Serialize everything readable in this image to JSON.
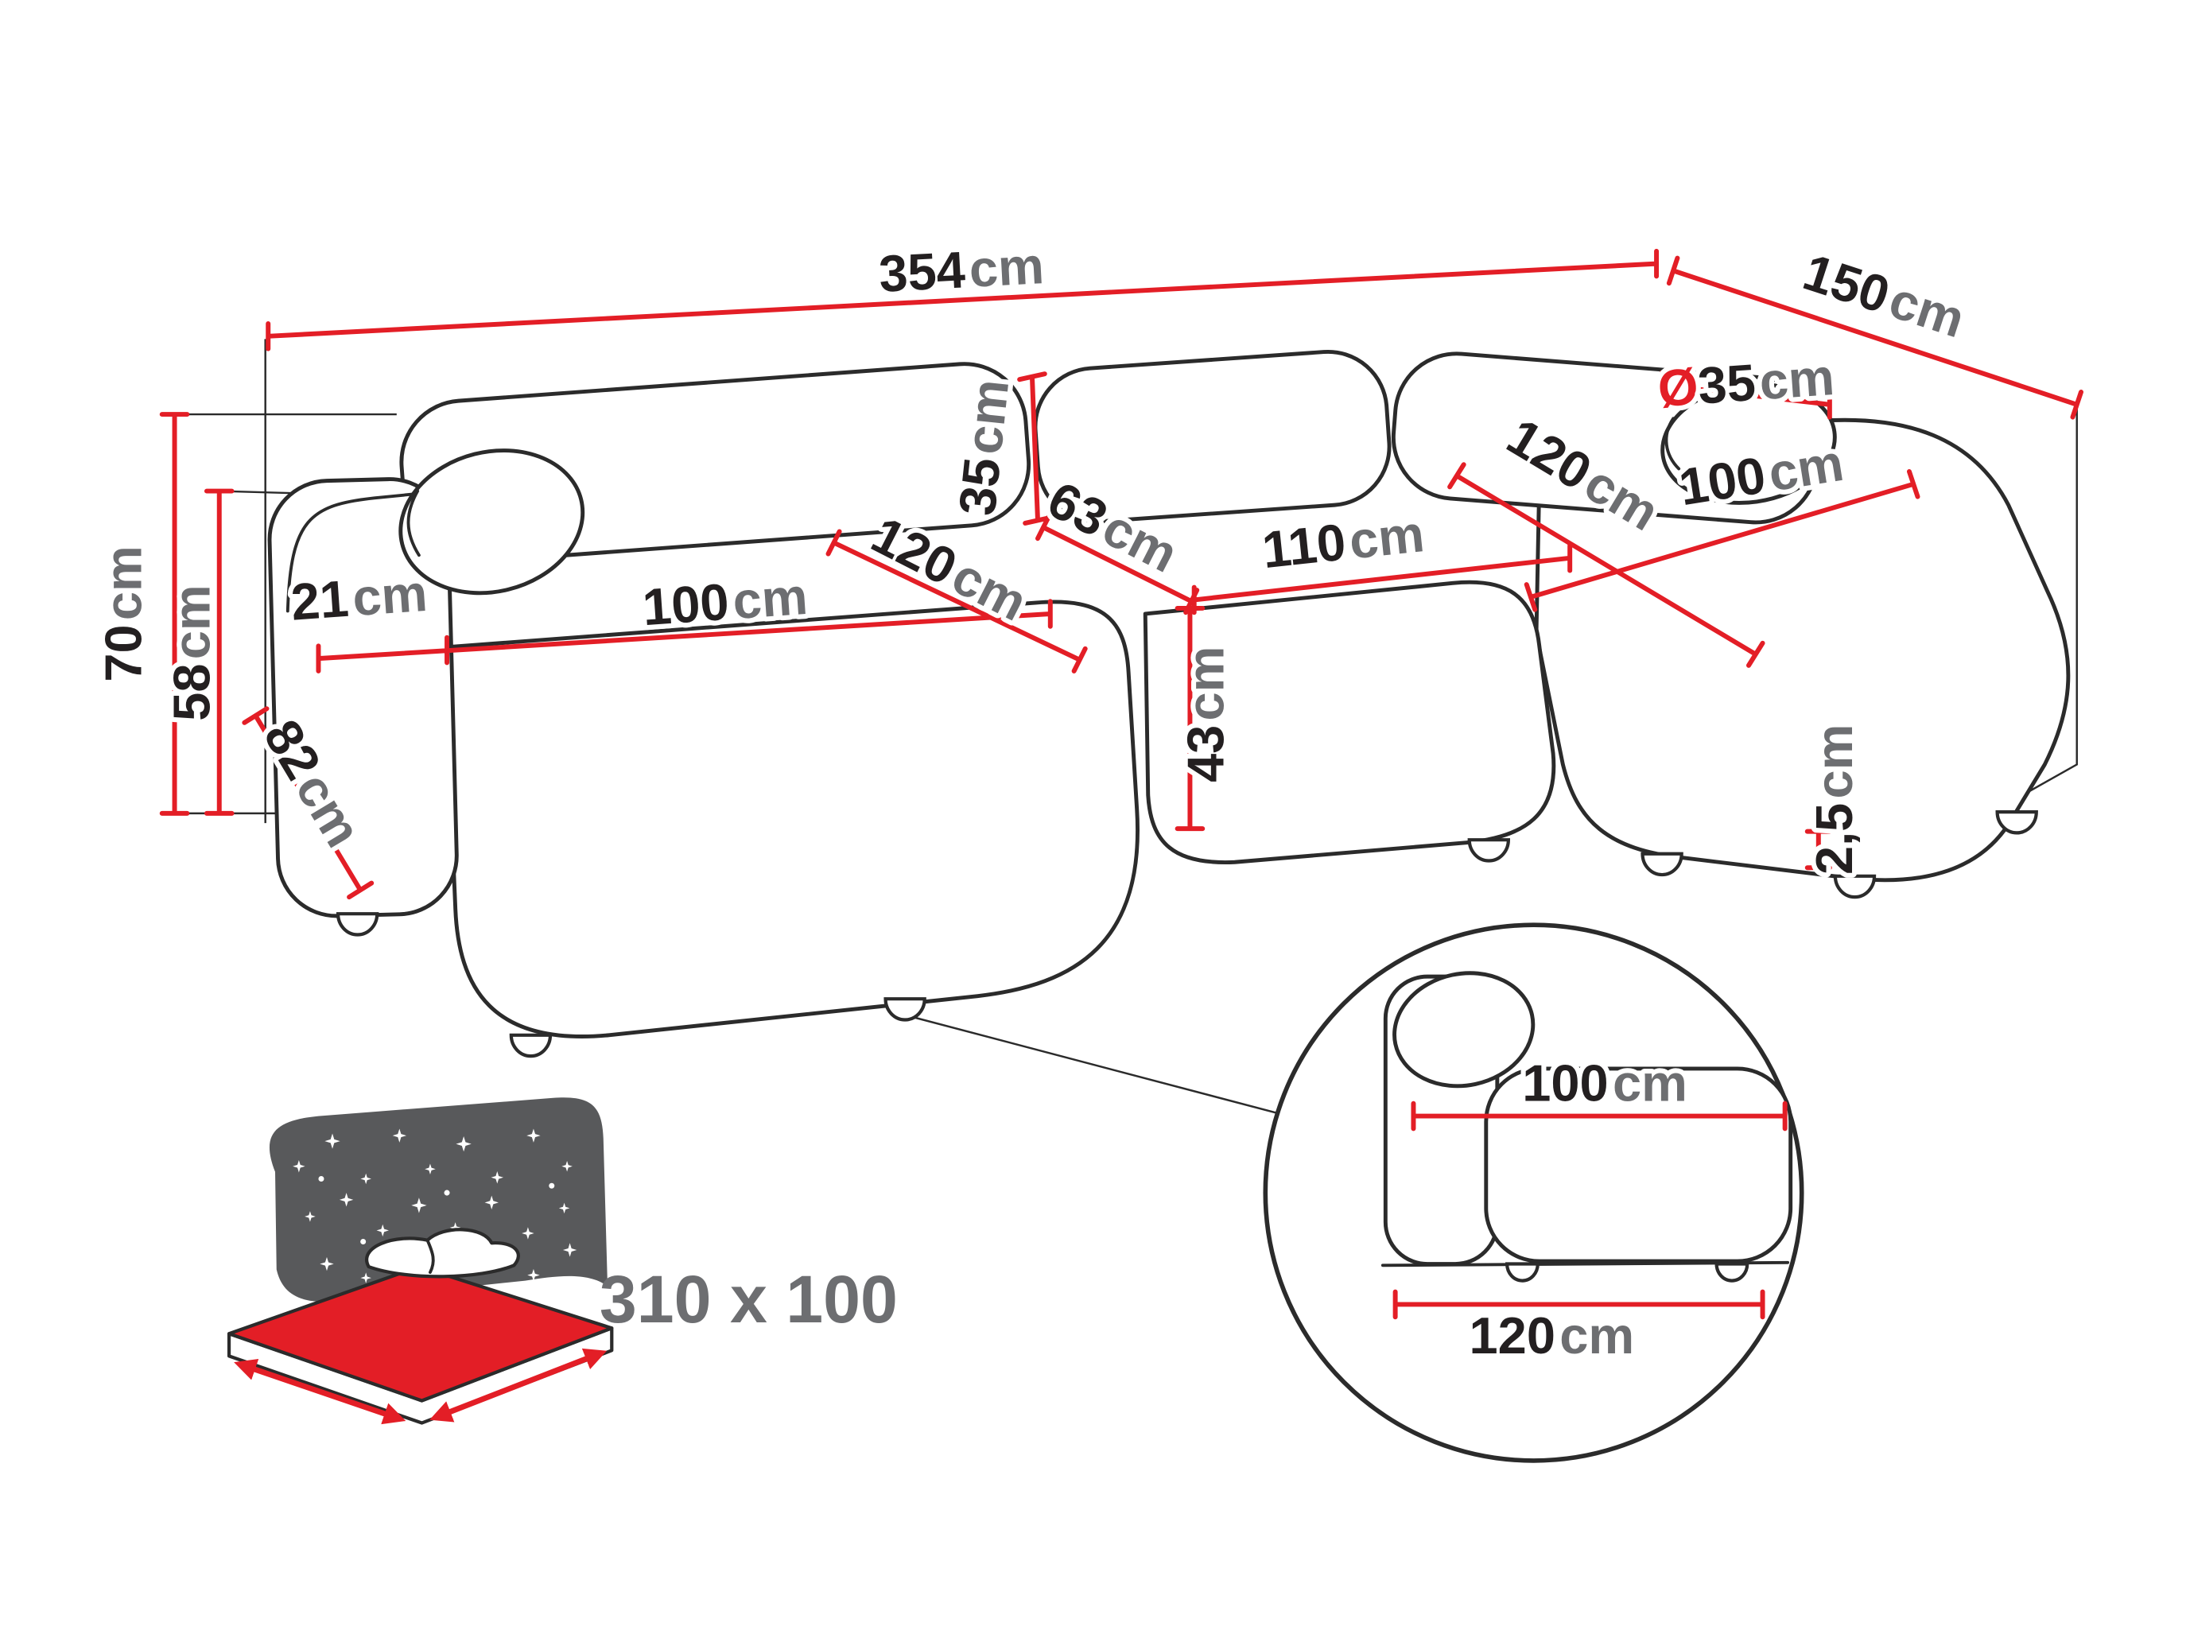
{
  "colors": {
    "dimension_red": "#e31e26",
    "outline_dark": "#2b2b2b",
    "number_black": "#231f20",
    "unit_gray": "#6d6e71",
    "icon_gray": "#58595b"
  },
  "dims": {
    "total_width": {
      "value": "354",
      "unit": "cm"
    },
    "total_depth": {
      "value": "150",
      "unit": "cm"
    },
    "overall_height": {
      "value": "70",
      "unit": "cm"
    },
    "backrest_height": {
      "value": "58",
      "unit": "cm"
    },
    "armrest_width": {
      "value": "21",
      "unit": "cm"
    },
    "seat_width_left": {
      "value": "100",
      "unit": "cm"
    },
    "armrest_depth": {
      "value": "82",
      "unit": "cm"
    },
    "seat_depth": {
      "value": "120",
      "unit": "cm"
    },
    "back_cushion_height": {
      "value": "35",
      "unit": "cm"
    },
    "backrest_top_depth": {
      "value": "63",
      "unit": "cm"
    },
    "seat_width_middle": {
      "value": "110",
      "unit": "cm"
    },
    "seat_height": {
      "value": "43",
      "unit": "cm"
    },
    "bolster_diameter": {
      "symbol": "Ø",
      "value": "35",
      "unit": "cm"
    },
    "chaise_depth": {
      "value": "120",
      "unit": "cm"
    },
    "chaise_width": {
      "value": "100",
      "unit": "cm"
    },
    "leg_height": {
      "value": "2,5",
      "unit": "cm"
    }
  },
  "detail": {
    "module_width": {
      "value": "100",
      "unit": "cm"
    },
    "module_depth": {
      "value": "120",
      "unit": "cm"
    }
  },
  "sleeping_area": {
    "label": "310 x 100"
  }
}
